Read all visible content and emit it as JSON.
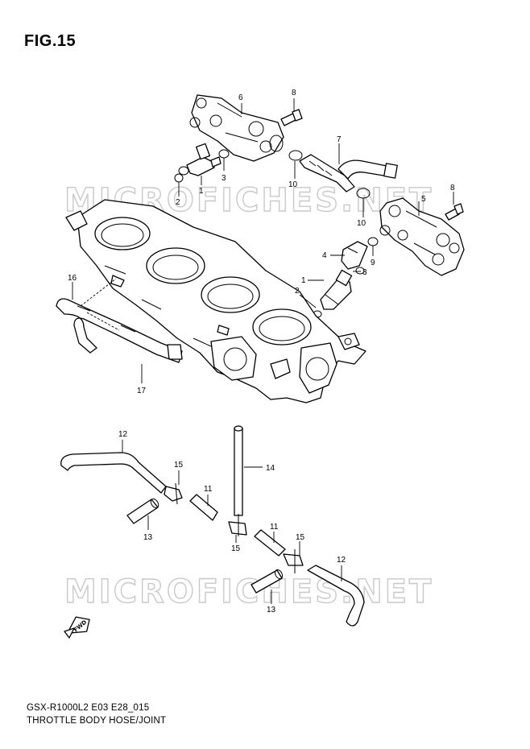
{
  "figure": {
    "title": "FIG.15",
    "footer_code": "GSX-R1000L2 E03 E28_015",
    "footer_name": "THROTTLE BODY HOSE/JOINT"
  },
  "watermark": {
    "text": "MICROFICHES.NET"
  },
  "badge": {
    "text": "FWD"
  },
  "callouts": {
    "c6": "6",
    "c8a": "8",
    "c7": "7",
    "c3a": "3",
    "c1a": "1",
    "c2a": "2",
    "c10a": "10",
    "c10b": "10",
    "c5": "5",
    "c8b": "8",
    "c4": "4",
    "c9": "9",
    "c3b": "3",
    "c2b": "2",
    "c1b": "1",
    "c16": "16",
    "c17": "17",
    "c12a": "12",
    "c14": "14",
    "c15a": "15",
    "c11a": "11",
    "c13a": "13",
    "c15b": "15",
    "c11b": "11",
    "c15c": "15",
    "c12b": "12",
    "c13b": "13"
  }
}
